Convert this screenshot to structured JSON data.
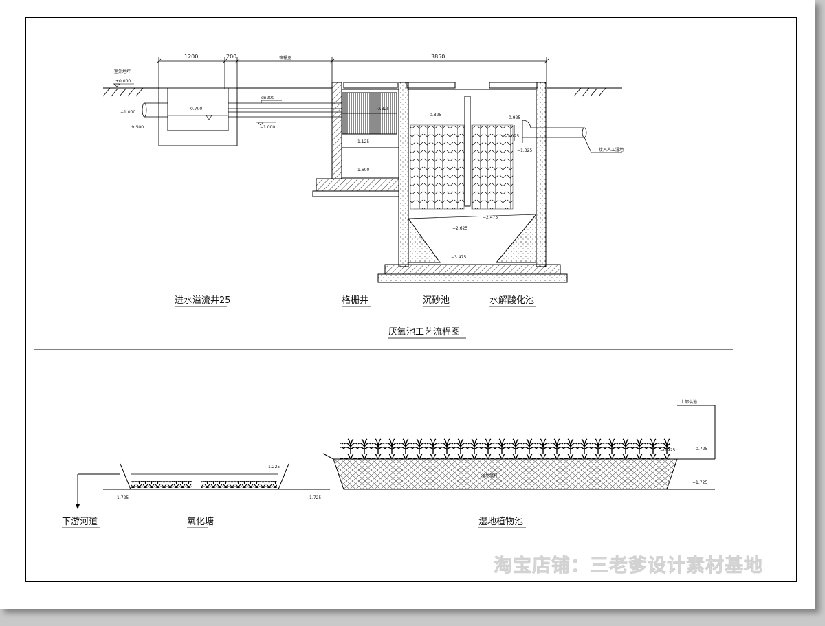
{
  "top": {
    "dims": {
      "d1200": "1200",
      "d200": "200",
      "d3850": "3850",
      "small": "格栅宽"
    },
    "ground": {
      "label": "室外地坪",
      "level": "±0.000"
    },
    "levels": {
      "inlet_left": "−1.000",
      "dn500": "dn500",
      "well_water": "−0.700",
      "dn200": "dn200",
      "pipe_bottom": "−1.000",
      "grille_top": "−0.825",
      "grille_low": "−1.125",
      "grille_bottom": "−1.600",
      "sand_top": "−0.825",
      "sand_mid": "−2.625",
      "sand_bottom": "−3.475",
      "hydro_mid": "−2.475",
      "outlet_a": "−0.925",
      "outlet_b": "−1.025",
      "outlet_c": "−1.325",
      "outlet_note": "接入人工湿地"
    },
    "names": {
      "well": "进水溢流井25",
      "grille": "格栅井",
      "sand": "沉砂池",
      "hydro": "水解酸化池"
    },
    "title": "厌氧池工艺流程图"
  },
  "bottom": {
    "river": "下游河道",
    "pond": "氧化塘",
    "wetland": "湿地植物池",
    "wetland_fill": "湿地填料",
    "inflow_note": "上部供池",
    "levels": {
      "pond_left": "−1.725",
      "pond_right": "−1.725",
      "pond_water": "−1.225",
      "wet_a": "−0.925",
      "wet_b": "−0.725",
      "wet_c": "−1.725"
    }
  },
  "watermark": "淘宝店铺：三老爹设计素材基地"
}
